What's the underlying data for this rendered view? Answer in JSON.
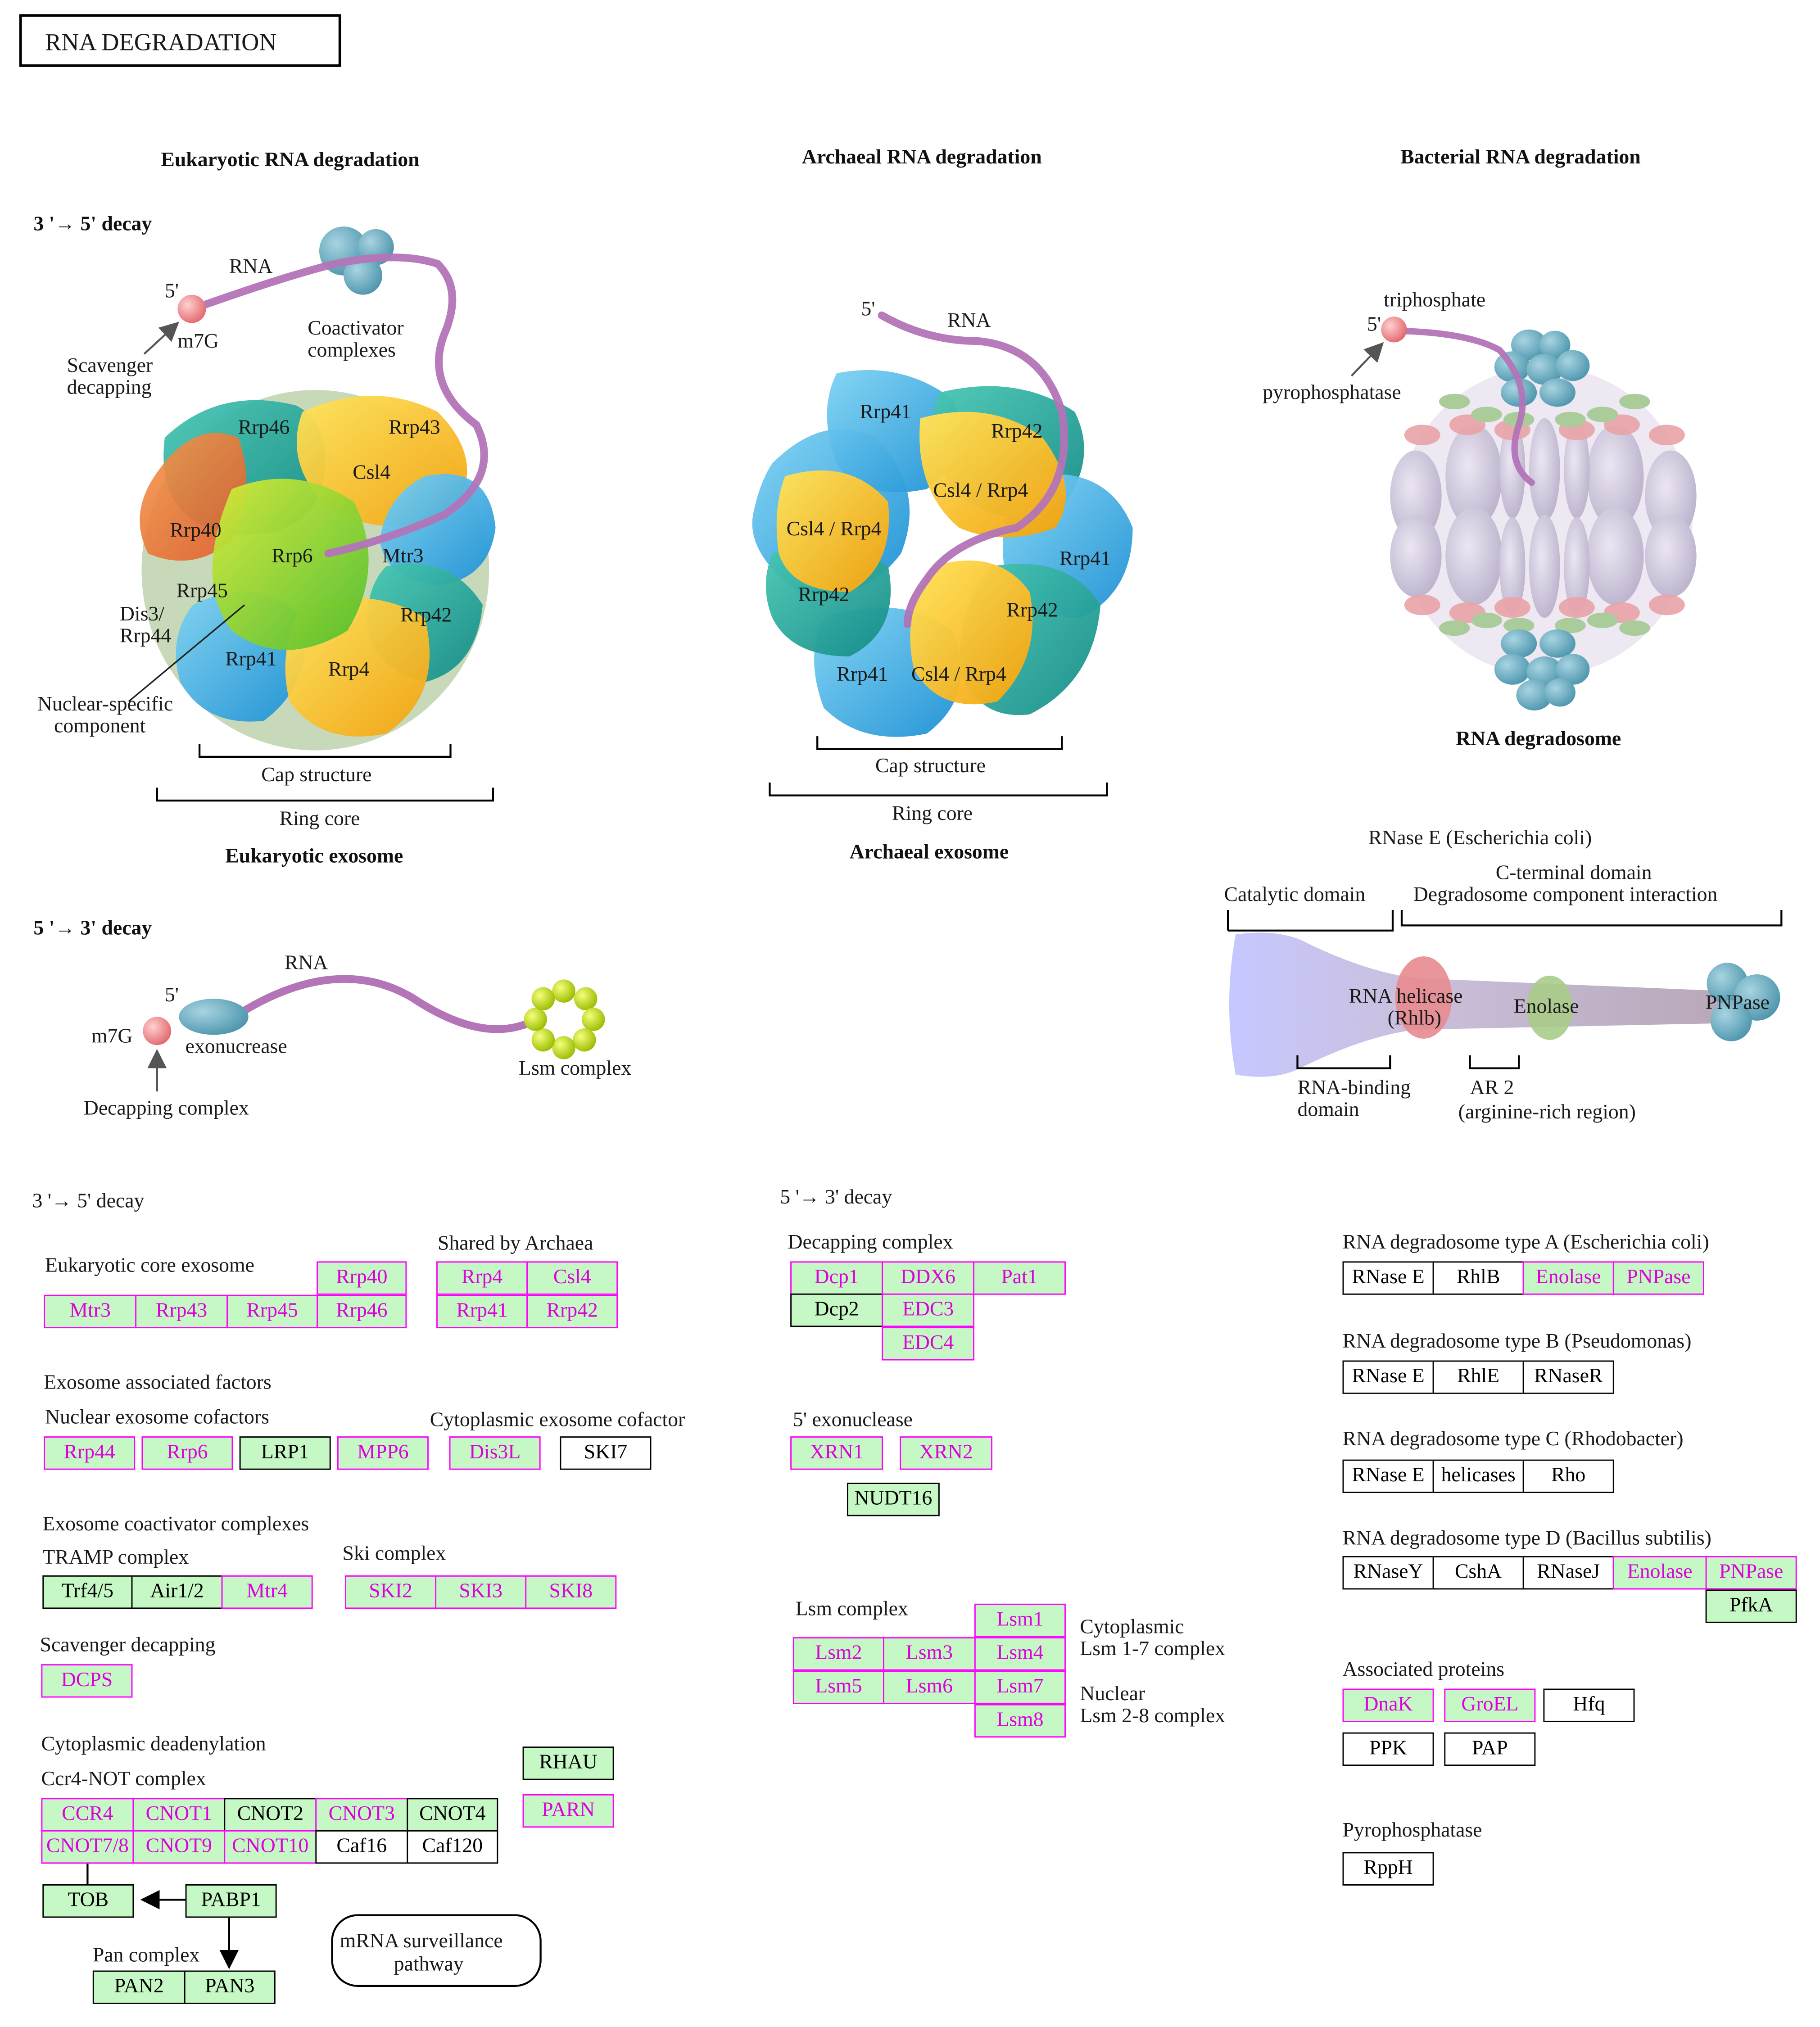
{
  "title": "RNA  DEGRADATION",
  "headers": {
    "eukaryotic": "Eukaryotic RNA degradation",
    "archaeal": "Archaeal RNA degradation",
    "bacterial": "Bacterial RNA degradation",
    "decay35": "3 '→  5' decay",
    "decay53": "5 '→  3' decay",
    "euk_exosome": "Eukaryotic exosome",
    "arch_exosome": "Archaeal exosome",
    "degradosome": "RNA degradosome"
  },
  "euk_labels": {
    "rna": "RNA",
    "five": "5'",
    "m7g": "m7G",
    "scav1": "Scavenger",
    "scav2": "decapping",
    "coact1": "Coactivator",
    "coact2": "complexes",
    "rrp46": "Rrp46",
    "rrp43": "Rrp43",
    "csl4": "Csl4",
    "rrp40": "Rrp40",
    "rrp6": "Rrp6",
    "mtr3": "Mtr3",
    "rrp45": "Rrp45",
    "dis3a": "Dis3/",
    "dis3b": "Rrp44",
    "rrp42": "Rrp42",
    "rrp41": "Rrp41",
    "rrp4": "Rrp4",
    "nuc1": "Nuclear-specific",
    "nuc2": "component",
    "cap": "Cap structure",
    "ring": "Ring core"
  },
  "arch_labels": {
    "five": "5'",
    "rna": "RNA",
    "rrp41a": "Rrp41",
    "rrp42a": "Rrp42",
    "csl4a": "Csl4 / Rrp4",
    "csl4b": "Csl4 / Rrp4",
    "rrp41b": "Rrp41",
    "rrp42b": "Rrp42",
    "rrp42c": "Rrp42",
    "rrp41c": "Rrp41",
    "csl4c": "Csl4 / Rrp4",
    "cap": "Cap structure",
    "ring": "Ring core"
  },
  "bact_labels": {
    "triphosphate": "triphosphate",
    "five": "5'",
    "pyro": "pyrophosphatase",
    "rnase_e": "RNase E (Escherichia coli)",
    "cterm": "C-terminal domain",
    "catalytic": "Catalytic domain",
    "degcomp": "Degradosome component interaction",
    "helicase1": "RNA helicase",
    "helicase2": "(Rhlb)",
    "enolase": "Enolase",
    "pnpase": "PNPase",
    "binding1": "RNA-binding",
    "binding2": "domain",
    "ar2a": "AR 2",
    "ar2b": "(arginine-rich region)"
  },
  "decay53_labels": {
    "rna": "RNA",
    "five": "5'",
    "m7g": "m7G",
    "exo": "exonucrease",
    "lsm": "Lsm complex",
    "decap": "Decapping complex"
  },
  "sections": {
    "s35": "3 '→ 5' decay",
    "core": "Eukaryotic core exosome",
    "shared": "Shared by Archaea",
    "assoc": "Exosome associated factors",
    "nuclear": "Nuclear exosome cofactors",
    "cyto": "Cytoplasmic exosome cofactor",
    "coact": "Exosome coactivator complexes",
    "tramp": "TRAMP complex",
    "ski": "Ski complex",
    "scav": "Scavenger decapping",
    "dead": "Cytoplasmic deadenylation",
    "ccr4": "Ccr4-NOT complex",
    "pan": "Pan complex",
    "mrna1": "mRNA surveillance",
    "mrna2": "pathway",
    "s53": "5 '→ 3' decay",
    "decap": "Decapping complex",
    "exo5": "5' exonuclease",
    "lsm": "Lsm complex",
    "cytlsm1": "Cytoplasmic",
    "cytlsm2": "Lsm 1-7 complex",
    "nuclsm1": "Nuclear",
    "nuclsm2": "Lsm 2-8 complex",
    "typeA": "RNA degradosome type A (Escherichia coli)",
    "typeB": "RNA degradosome type B (Pseudomonas)",
    "typeC": "RNA degradosome type C (Rhodobacter)",
    "typeD": "RNA degradosome type D (Bacillus subtilis)",
    "assocprot": "Associated proteins",
    "pyroph": "Pyrophosphatase"
  },
  "genes": {
    "Rrp40": "Rrp40",
    "Mtr3": "Mtr3",
    "Rrp43": "Rrp43",
    "Rrp45": "Rrp45",
    "Rrp46": "Rrp46",
    "Rrp4": "Rrp4",
    "Csl4": "Csl4",
    "Rrp41": "Rrp41",
    "Rrp42": "Rrp42",
    "Rrp44": "Rrp44",
    "Rrp6": "Rrp6",
    "LRP1": "LRP1",
    "MPP6": "MPP6",
    "Dis3L": "Dis3L",
    "SKI7": "SKI7",
    "Trf45": "Trf4/5",
    "Air12": "Air1/2",
    "Mtr4": "Mtr4",
    "SKI2": "SKI2",
    "SKI3": "SKI3",
    "SKI8": "SKI8",
    "DCPS": "DCPS",
    "RHAU": "RHAU",
    "PARN": "PARN",
    "CCR4": "CCR4",
    "CNOT1": "CNOT1",
    "CNOT2": "CNOT2",
    "CNOT3": "CNOT3",
    "CNOT4": "CNOT4",
    "CNOT78": "CNOT7/8",
    "CNOT9": "CNOT9",
    "CNOT10": "CNOT10",
    "Caf16": "Caf16",
    "Caf120": "Caf120",
    "TOB": "TOB",
    "PABP1": "PABP1",
    "PAN2": "PAN2",
    "PAN3": "PAN3",
    "Dcp1": "Dcp1",
    "DDX6": "DDX6",
    "Pat1": "Pat1",
    "Dcp2": "Dcp2",
    "EDC3": "EDC3",
    "EDC4": "EDC4",
    "XRN1": "XRN1",
    "XRN2": "XRN2",
    "NUDT16": "NUDT16",
    "Lsm1": "Lsm1",
    "Lsm2": "Lsm2",
    "Lsm3": "Lsm3",
    "Lsm4": "Lsm4",
    "Lsm5": "Lsm5",
    "Lsm6": "Lsm6",
    "Lsm7": "Lsm7",
    "Lsm8": "Lsm8",
    "RNaseE_A": "RNase E",
    "RhlB": "RhlB",
    "Enolase_A": "Enolase",
    "PNPase_A": "PNPase",
    "RNaseE_B": "RNase E",
    "RhlE": "RhlE",
    "RNaseR": "RNaseR",
    "RNaseE_C": "RNase E",
    "helicases": "helicases",
    "Rho": "Rho",
    "RNaseY": "RNaseY",
    "CshA": "CshA",
    "RNaseJ": "RNaseJ",
    "Enolase_D": "Enolase",
    "PNPase_D": "PNPase",
    "PfkA": "PfkA",
    "DnaK": "DnaK",
    "GroEL": "GroEL",
    "Hfq": "Hfq",
    "PPK": "PPK",
    "PAP": "PAP",
    "RppH": "RppH"
  }
}
